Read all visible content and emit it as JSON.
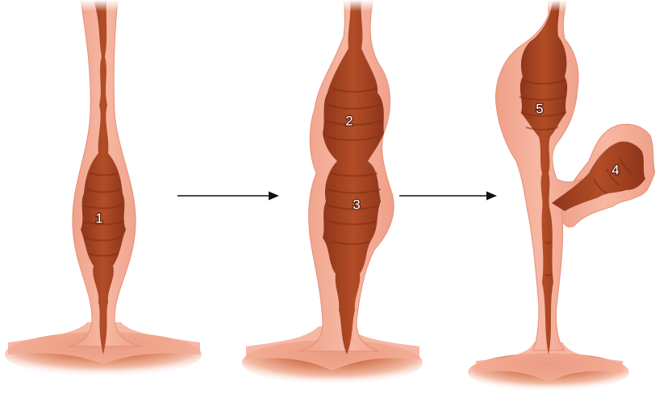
{
  "diagram": {
    "labels": {
      "stage1_region": "1",
      "stage2_upper_region": "2",
      "stage2_lower_region": "3",
      "stage3_side_branch": "4",
      "stage3_upper_region": "5"
    },
    "colors": {
      "outer_wall": "#f4ab95",
      "outer_wall_edge": "#e38f79",
      "lumen_dark": "#9c3d1d",
      "lumen_mid": "#b24d27",
      "lumen_light": "#cf6c43",
      "base_fade": "#fbd7ca",
      "arrow": "#111111",
      "label_text": "#ffffff",
      "label_outline": "#5a1e0c"
    }
  }
}
